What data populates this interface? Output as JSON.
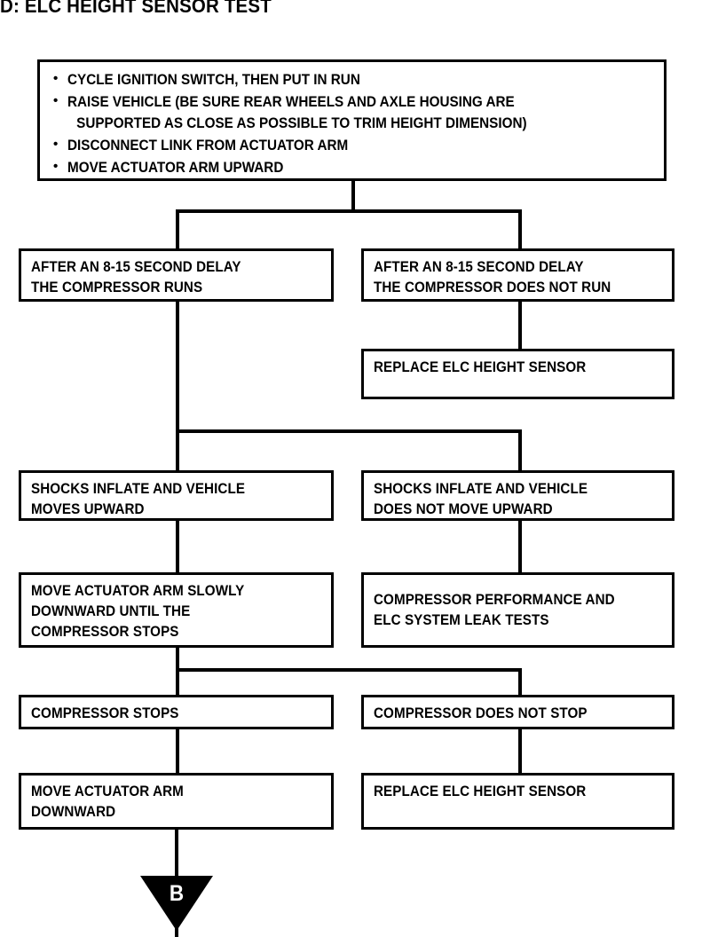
{
  "title": "D: ELC HEIGHT SENSOR TEST",
  "intro": {
    "bullets": [
      {
        "lines": [
          "CYCLE IGNITION SWITCH, THEN PUT IN RUN"
        ]
      },
      {
        "lines": [
          "RAISE VEHICLE (BE SURE REAR WHEELS AND AXLE HOUSING ARE",
          "SUPPORTED AS CLOSE AS POSSIBLE TO TRIM HEIGHT DIMENSION)"
        ]
      },
      {
        "lines": [
          "DISCONNECT LINK FROM ACTUATOR ARM"
        ]
      },
      {
        "lines": [
          "MOVE ACTUATOR ARM UPWARD"
        ]
      }
    ]
  },
  "nodes": {
    "delay_runs": {
      "lines": [
        "AFTER AN 8-15 SECOND DELAY",
        "THE COMPRESSOR RUNS"
      ]
    },
    "delay_not_runs": {
      "lines": [
        "AFTER AN 8-15 SECOND DELAY",
        "THE COMPRESSOR DOES NOT RUN"
      ]
    },
    "replace_sensor_1": {
      "lines": [
        "REPLACE ELC HEIGHT SENSOR"
      ]
    },
    "shocks_moves": {
      "lines": [
        "SHOCKS INFLATE AND VEHICLE",
        "MOVES UPWARD"
      ]
    },
    "shocks_not_moves": {
      "lines": [
        "SHOCKS INFLATE AND VEHICLE",
        "DOES NOT MOVE UPWARD"
      ]
    },
    "move_arm_slowly": {
      "lines": [
        "MOVE ACTUATOR ARM SLOWLY",
        "DOWNWARD UNTIL THE",
        "COMPRESSOR STOPS"
      ]
    },
    "compressor_perf": {
      "lines": [
        "COMPRESSOR PERFORMANCE AND",
        "ELC SYSTEM LEAK TESTS"
      ]
    },
    "compressor_stops": {
      "lines": [
        "COMPRESSOR STOPS"
      ]
    },
    "compressor_not_stops": {
      "lines": [
        "COMPRESSOR DOES NOT STOP"
      ]
    },
    "move_arm_down": {
      "lines": [
        "MOVE ACTUATOR ARM",
        "DOWNWARD"
      ]
    },
    "replace_sensor_2": {
      "lines": [
        "REPLACE ELC HEIGHT SENSOR"
      ]
    }
  },
  "terminal": {
    "label": "B"
  },
  "colors": {
    "ink": "#000000",
    "paper": "#ffffff"
  }
}
